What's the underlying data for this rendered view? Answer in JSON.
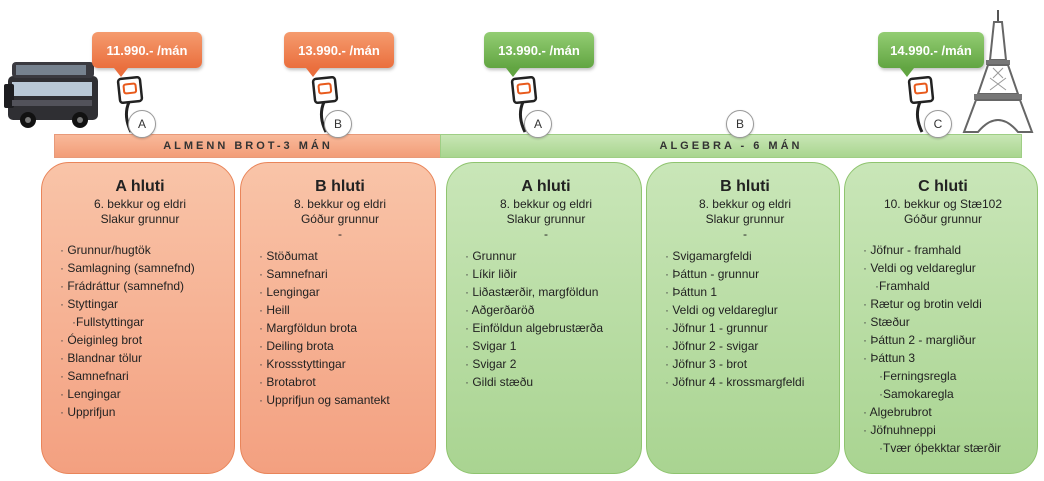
{
  "prices": [
    {
      "label": "11.990.- /mán",
      "color": "orange"
    },
    {
      "label": "13.990.- /mán",
      "color": "orange"
    },
    {
      "label": "13.990.- /mán",
      "color": "green"
    },
    {
      "label": "14.990.- /mán",
      "color": "green"
    }
  ],
  "markers": [
    "A",
    "B",
    "A",
    "B",
    "C"
  ],
  "bands": {
    "left": "ALMENN BROT-3 MÁN",
    "right": "ALGEBRA - 6 MÁN"
  },
  "colors": {
    "orange_accent": "#ea6f3e",
    "green_accent": "#62a542",
    "orange_card": "#f6b090",
    "green_card": "#b5dc9f"
  },
  "icons": [
    "bus-icon",
    "bus-stop-sign-icon",
    "eiffel-tower-icon"
  ],
  "cards": [
    {
      "title": "A hluti",
      "sub1": "6. bekkur og eldri",
      "sub2": "Slakur grunnur",
      "dash": "",
      "items": [
        "Grunnur/hugtök",
        "Samlagning (samnefnd)",
        "Frádráttur (samnefnd)",
        "Styttingar",
        "Fullstyttingar",
        "Óeiginleg brot",
        "Blandnar tölur",
        "Samnefnari",
        "Lengingar",
        "Upprifjun"
      ]
    },
    {
      "title": "B hluti",
      "sub1": "8. bekkur og eldri",
      "sub2": "Góður grunnur",
      "dash": "-",
      "items": [
        "Stöðumat",
        "Samnefnari",
        "Lengingar",
        "Heill",
        "Margföldun brota",
        "Deiling brota",
        "Krossstyttingar",
        "Brotabrot",
        "Upprifjun og samantekt"
      ]
    },
    {
      "title": "A hluti",
      "sub1": "8. bekkur og eldri",
      "sub2": "Slakur grunnur",
      "dash": "-",
      "items": [
        "Grunnur",
        "Líkir liðir",
        "Liðastærðir, margföldun",
        "Aðgerðaröð",
        "Einföldun algebrustærða",
        "Svigar 1",
        "Svigar 2",
        "Gildi stæðu"
      ]
    },
    {
      "title": "B hluti",
      "sub1": "8. bekkur og eldri",
      "sub2": "Slakur grunnur",
      "dash": "-",
      "items": [
        "Svigamargfeldi",
        "Þáttun - grunnur",
        "Þáttun 1",
        "Veldi og veldareglur",
        "Jöfnur 1 - grunnur",
        "Jöfnur 2 - svigar",
        "Jöfnur 3 - brot",
        "Jöfnur 4 - krossmargfeldi"
      ]
    },
    {
      "title": "C hluti",
      "sub1": "10. bekkur og Stæ102",
      "sub2": "Góður grunnur",
      "dash": "",
      "items": [
        "Jöfnur - framhald",
        "Veldi og veldareglur",
        "Framhald",
        "Rætur og brotin veldi",
        "Stæður",
        "Þáttun 2 - margliður",
        "Þáttun 3",
        "Ferningsregla",
        "Samokaregla",
        "Algebrubrot",
        "Jöfnuhneppi",
        "Tvær óþekktar stærðir"
      ]
    }
  ]
}
